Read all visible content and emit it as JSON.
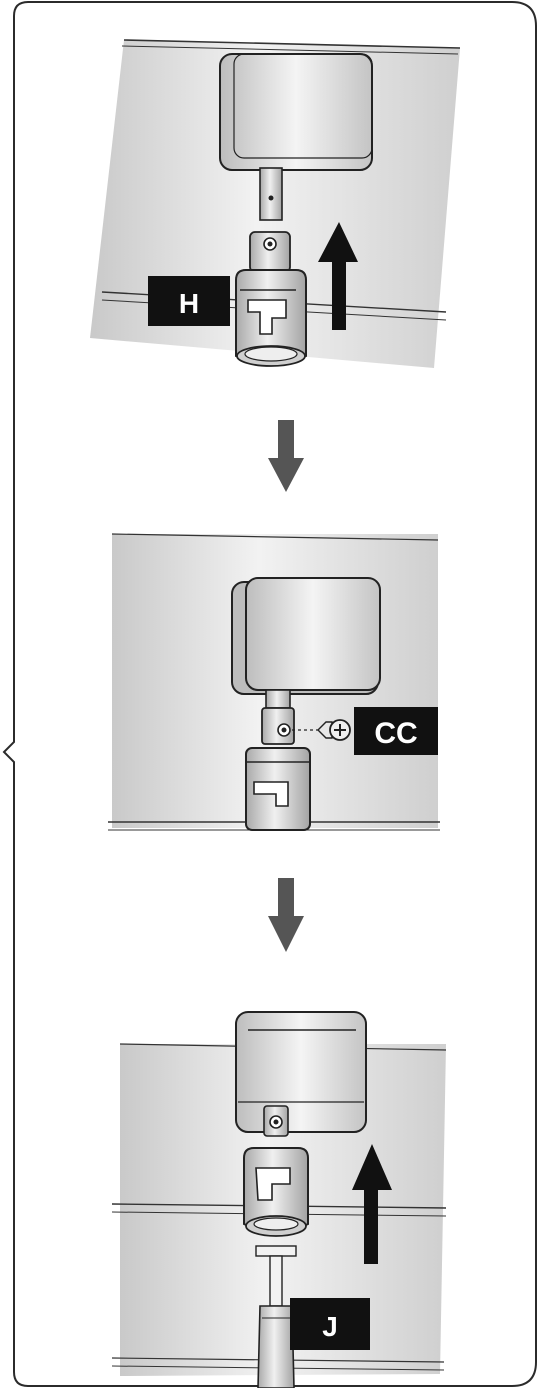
{
  "labels": {
    "step1_part": "H",
    "step2_part": "CC",
    "step3_part": "J"
  },
  "colors": {
    "frame_stroke": "#2b2b2b",
    "callout_bg": "#111111",
    "callout_text": "#ffffff",
    "panel_fill": "#e4e4e4",
    "part_fill": "#d9d9d9",
    "flow_arrow": "#555555",
    "direction_arrow": "#111111"
  },
  "icons": {
    "step_transition": "down-arrow-icon",
    "lift_direction": "up-arrow-icon",
    "screw": "screw-icon"
  }
}
